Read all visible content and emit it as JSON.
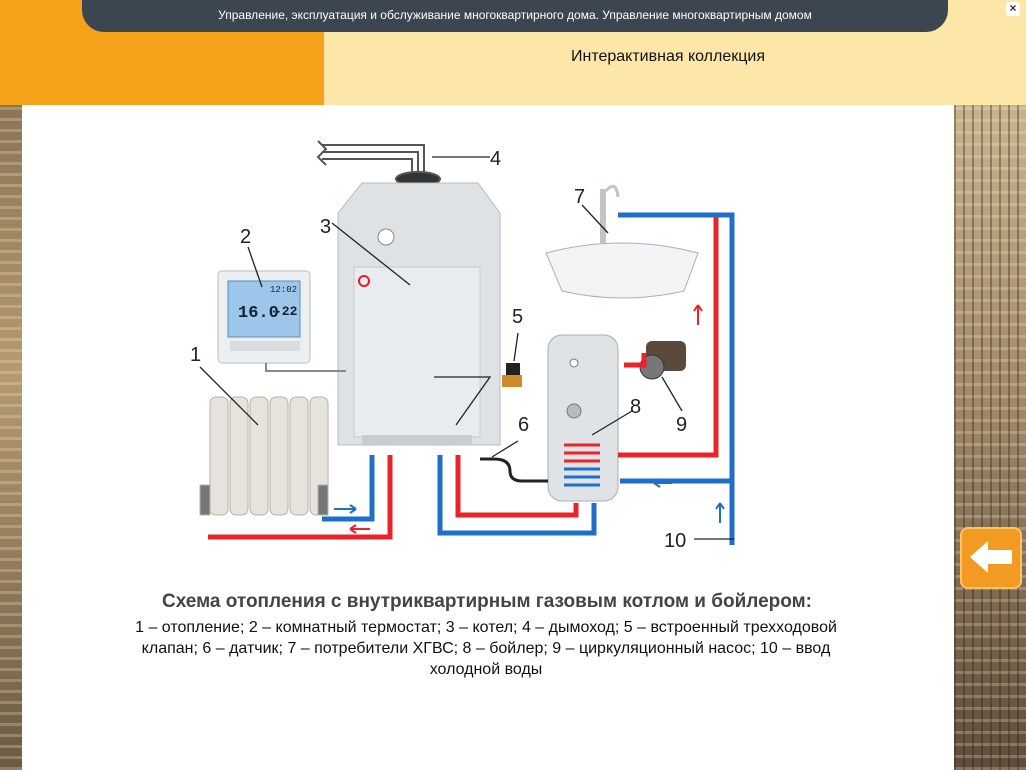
{
  "header": {
    "course_title": "Управление, эксплуатация и обслуживание многоквартирного дома. Управление многоквартирным домом",
    "section_title": "Интерактивная коллекция"
  },
  "window": {
    "close_glyph": "×"
  },
  "diagram": {
    "labels": [
      "1",
      "2",
      "3",
      "4",
      "5",
      "6",
      "7",
      "8",
      "9",
      "10"
    ],
    "thermostat": {
      "temp": "16.0",
      "setpoint": "-22",
      "time": "12:02"
    }
  },
  "caption": {
    "title": "Схема отопления с внутриквартирным газовым котлом и бойлером:",
    "line1": "1 – отопление; 2 – комнатный термостат; 3 – котел; 4 – дымоход; 5 – встроенный трехходовой",
    "line2": "клапан; 6 – датчик; 7 – потребители ХГВС; 8 – бойлер; 9 – циркуляционный насос; 10 – ввод",
    "line3": "холодной воды"
  },
  "colors": {
    "accent_orange": "#f7a21b",
    "header_bg": "#fde7a8",
    "title_bar": "#3b4651",
    "hot_pipe": "#e8232a",
    "cold_pipe": "#1f6fc8"
  },
  "nav": {
    "back_icon": "arrow-left-icon"
  }
}
